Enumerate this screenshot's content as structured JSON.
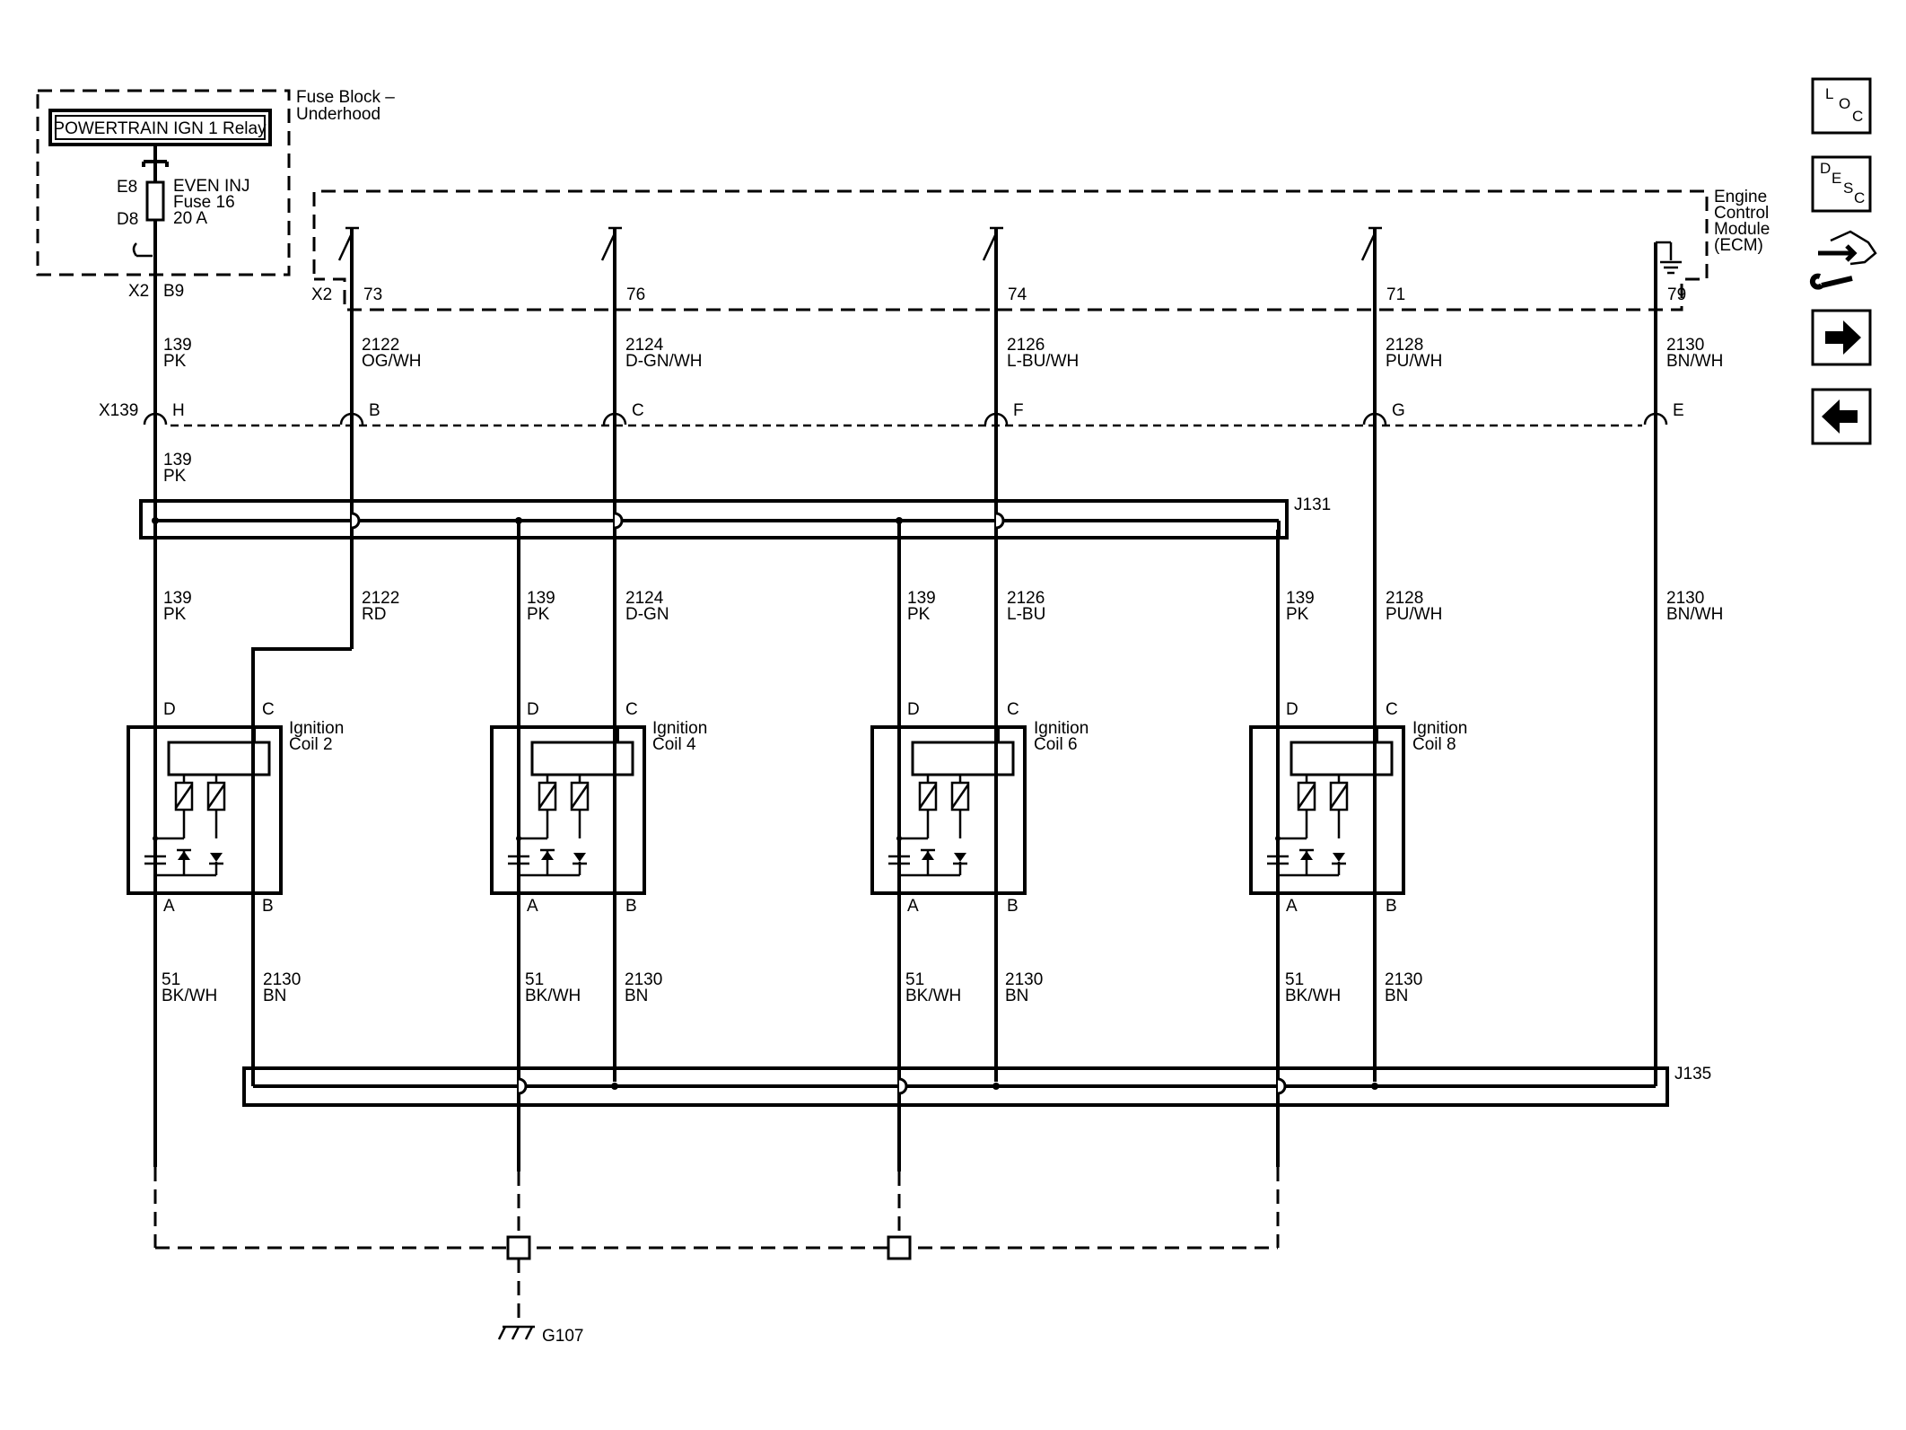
{
  "fuse_block": {
    "title": "Fuse Block –",
    "title2": "Underhood",
    "relay": "POWERTRAIN IGN 1 Relay",
    "pin_top": "E8",
    "pin_bottom": "D8",
    "fuse_name": "EVEN INJ",
    "fuse_num": "Fuse 16",
    "fuse_amp": "20 A",
    "conn": "X2",
    "conn_pin": "B9"
  },
  "ecm": {
    "label1": "Engine",
    "label2": "Control",
    "label3": "Module",
    "label4": "(ECM)",
    "conn": "X2",
    "pins": [
      "73",
      "76",
      "74",
      "71",
      "79"
    ]
  },
  "upper_wires": [
    {
      "num": "139",
      "color": "PK"
    },
    {
      "num": "2122",
      "color": "OG/WH"
    },
    {
      "num": "2124",
      "color": "D-GN/WH"
    },
    {
      "num": "2126",
      "color": "L-BU/WH"
    },
    {
      "num": "2128",
      "color": "PU/WH"
    },
    {
      "num": "2130",
      "color": "BN/WH"
    }
  ],
  "x139": {
    "conn": "X139",
    "pins": [
      "H",
      "B",
      "C",
      "F",
      "G",
      "E"
    ],
    "wire_below": {
      "num": "139",
      "color": "PK"
    }
  },
  "splice_j131": "J131",
  "splice_j135": "J135",
  "mid_wires": [
    {
      "num": "139",
      "color": "PK"
    },
    {
      "num": "2122",
      "color": "RD"
    },
    {
      "num": "139",
      "color": "PK"
    },
    {
      "num": "2124",
      "color": "D-GN"
    },
    {
      "num": "139",
      "color": "PK"
    },
    {
      "num": "2126",
      "color": "L-BU"
    },
    {
      "num": "139",
      "color": "PK"
    },
    {
      "num": "2128",
      "color": "PU/WH"
    },
    {
      "num": "2130",
      "color": "BN/WH"
    }
  ],
  "coils": [
    {
      "name1": "Ignition",
      "name2": "Coil 2",
      "pin_d": "D",
      "pin_c": "C",
      "pin_a": "A",
      "pin_b": "B"
    },
    {
      "name1": "Ignition",
      "name2": "Coil 4",
      "pin_d": "D",
      "pin_c": "C",
      "pin_a": "A",
      "pin_b": "B"
    },
    {
      "name1": "Ignition",
      "name2": "Coil 6",
      "pin_d": "D",
      "pin_c": "C",
      "pin_a": "A",
      "pin_b": "B"
    },
    {
      "name1": "Ignition",
      "name2": "Coil 8",
      "pin_d": "D",
      "pin_c": "C",
      "pin_a": "A",
      "pin_b": "B"
    }
  ],
  "lower_wires": [
    {
      "num": "51",
      "color": "BK/WH"
    },
    {
      "num": "2130",
      "color": "BN"
    },
    {
      "num": "51",
      "color": "BK/WH"
    },
    {
      "num": "2130",
      "color": "BN"
    },
    {
      "num": "51",
      "color": "BK/WH"
    },
    {
      "num": "2130",
      "color": "BN"
    },
    {
      "num": "51",
      "color": "BK/WH"
    },
    {
      "num": "2130",
      "color": "BN"
    }
  ],
  "ground": "G107",
  "nav": {
    "loc": [
      "L",
      "O",
      "C"
    ],
    "desc": [
      "D",
      "E",
      "S",
      "C"
    ],
    "icons": [
      "loc-icon",
      "desc-icon",
      "connector-wrench-icon",
      "arrow-right-icon",
      "arrow-left-icon"
    ]
  }
}
